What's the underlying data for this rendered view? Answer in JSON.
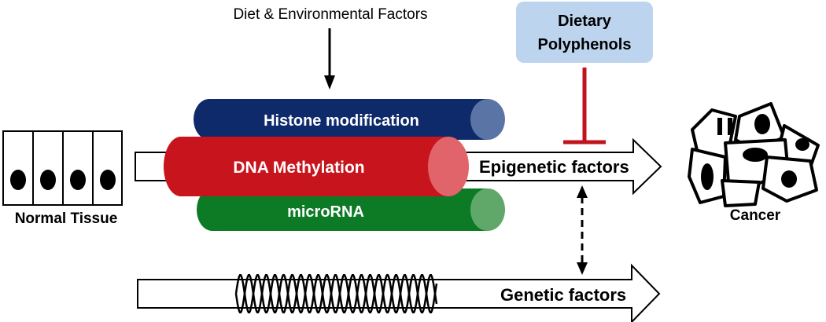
{
  "diagram": {
    "top_factor": "Diet & Environmental Factors",
    "inhibitor": {
      "line1": "Dietary",
      "line2": "Polyphenols"
    },
    "cylinders": {
      "histone": "Histone modification",
      "dna": "DNA Methylation",
      "microrna": "microRNA"
    },
    "epigenetic_label": "Epigenetic factors",
    "genetic_label": "Genetic factors",
    "normal_tissue_label": "Normal Tissue",
    "cancer_label": "Cancer"
  },
  "colors": {
    "histone": "#0f2a6b",
    "histone_cap": "#5b74a6",
    "dna": "#c8141c",
    "dna_cap": "#e0646a",
    "microrna": "#0d7a26",
    "microrna_cap": "#5fa86a",
    "inhibitor_box": "#bcd4ee",
    "inhibitor_line": "#c0141c",
    "outline": "#000000"
  }
}
